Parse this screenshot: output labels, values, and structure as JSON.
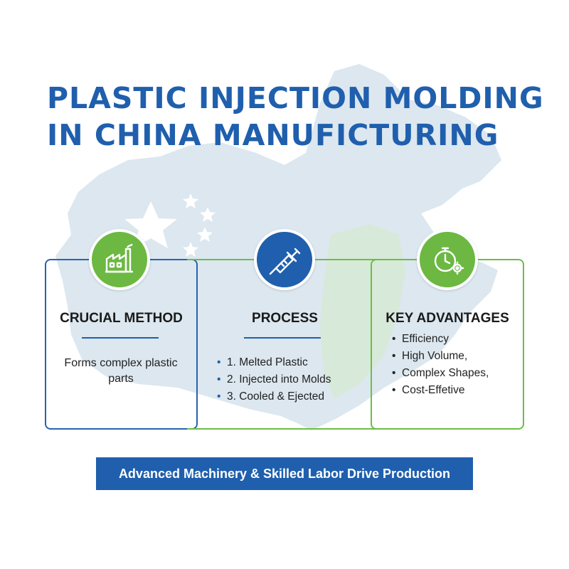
{
  "title": {
    "line1": "PLASTIC INJECTION MOLDING",
    "line2": "IN CHINA MANUFICTURING"
  },
  "cards": {
    "method": {
      "title": "CRUCIAL METHOD",
      "description": "Forms complex plastic parts",
      "icon": "factory-icon"
    },
    "process": {
      "title": "PROCESS",
      "steps": [
        "1. Melted Plastic",
        "2. Injected into Molds",
        "3. Cooled & Ejected"
      ],
      "icon": "injection-syringe-icon"
    },
    "advantages": {
      "title": "KEY ADVANTAGES",
      "items": [
        "Efficiency",
        "High Volume,",
        "Complex Shapes,",
        "Cost-Effetive"
      ],
      "icon": "stopwatch-gear-icon"
    }
  },
  "banner": "Advanced Machinery & Skilled Labor Drive Production",
  "colors": {
    "primary_blue": "#1f5fad",
    "accent_green": "#6cbe45",
    "map_fill": "#dbe6ee"
  }
}
